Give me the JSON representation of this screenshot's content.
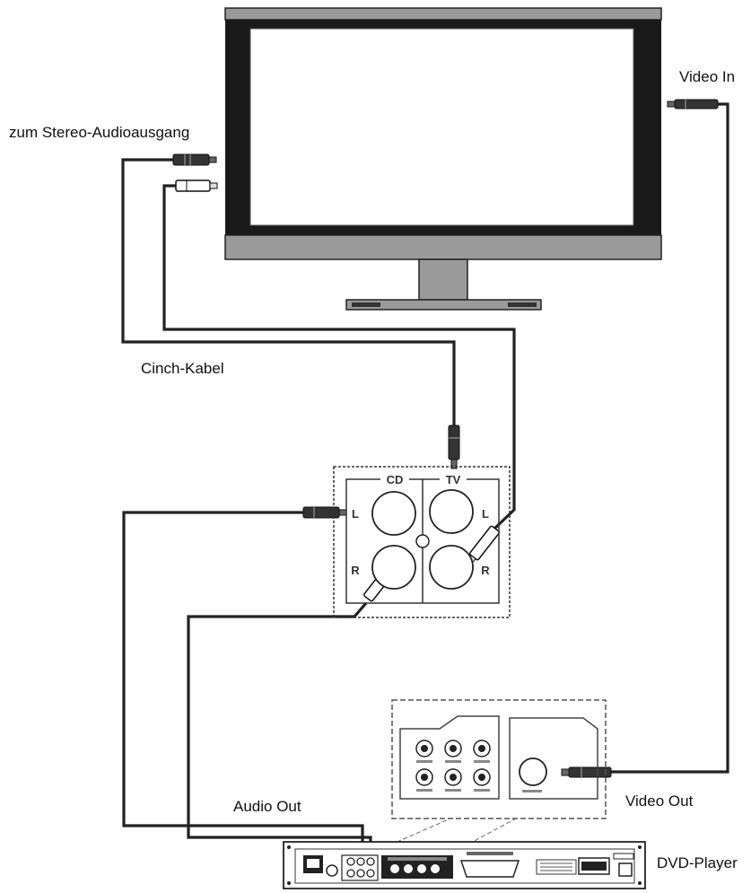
{
  "labels": {
    "stereo_audio_out": "zum Stereo-Audioausgang",
    "video_in": "Video In",
    "cinch_cable": "Cinch-Kabel",
    "audio_out": "Audio Out",
    "video_out": "Video Out",
    "dvd_player": "DVD-Player"
  },
  "panel": {
    "cd": "CD",
    "tv": "TV",
    "left": "L",
    "right": "R"
  },
  "colors": {
    "line": "#222222",
    "tv_frame": "#9a9a9a",
    "tv_bezel": "#1a1a1a",
    "background": "#ffffff"
  }
}
